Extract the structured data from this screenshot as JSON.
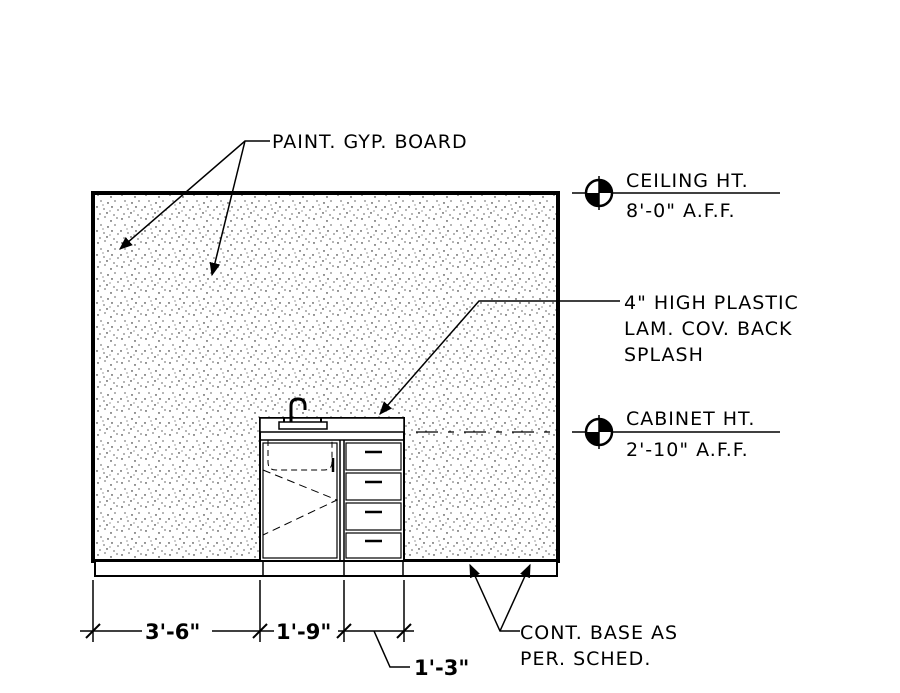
{
  "notes": {
    "wall_finish": "PAINT. GYP. BOARD",
    "backsplash_line1": "4\" HIGH PLASTIC",
    "backsplash_line2": "LAM. COV. BACK",
    "backsplash_line3": "SPLASH",
    "base_line1": "CONT. BASE AS",
    "base_line2": "PER. SCHED."
  },
  "markers": {
    "ceiling_title": "CEILING HT.",
    "ceiling_value": "8'-0\" A.F.F.",
    "cabinet_title": "CABINET HT.",
    "cabinet_value": "2'-10\" A.F.F."
  },
  "dimensions": {
    "left": "3'-6\"",
    "sink": "1'-9\"",
    "drawers": "1'-3\""
  }
}
